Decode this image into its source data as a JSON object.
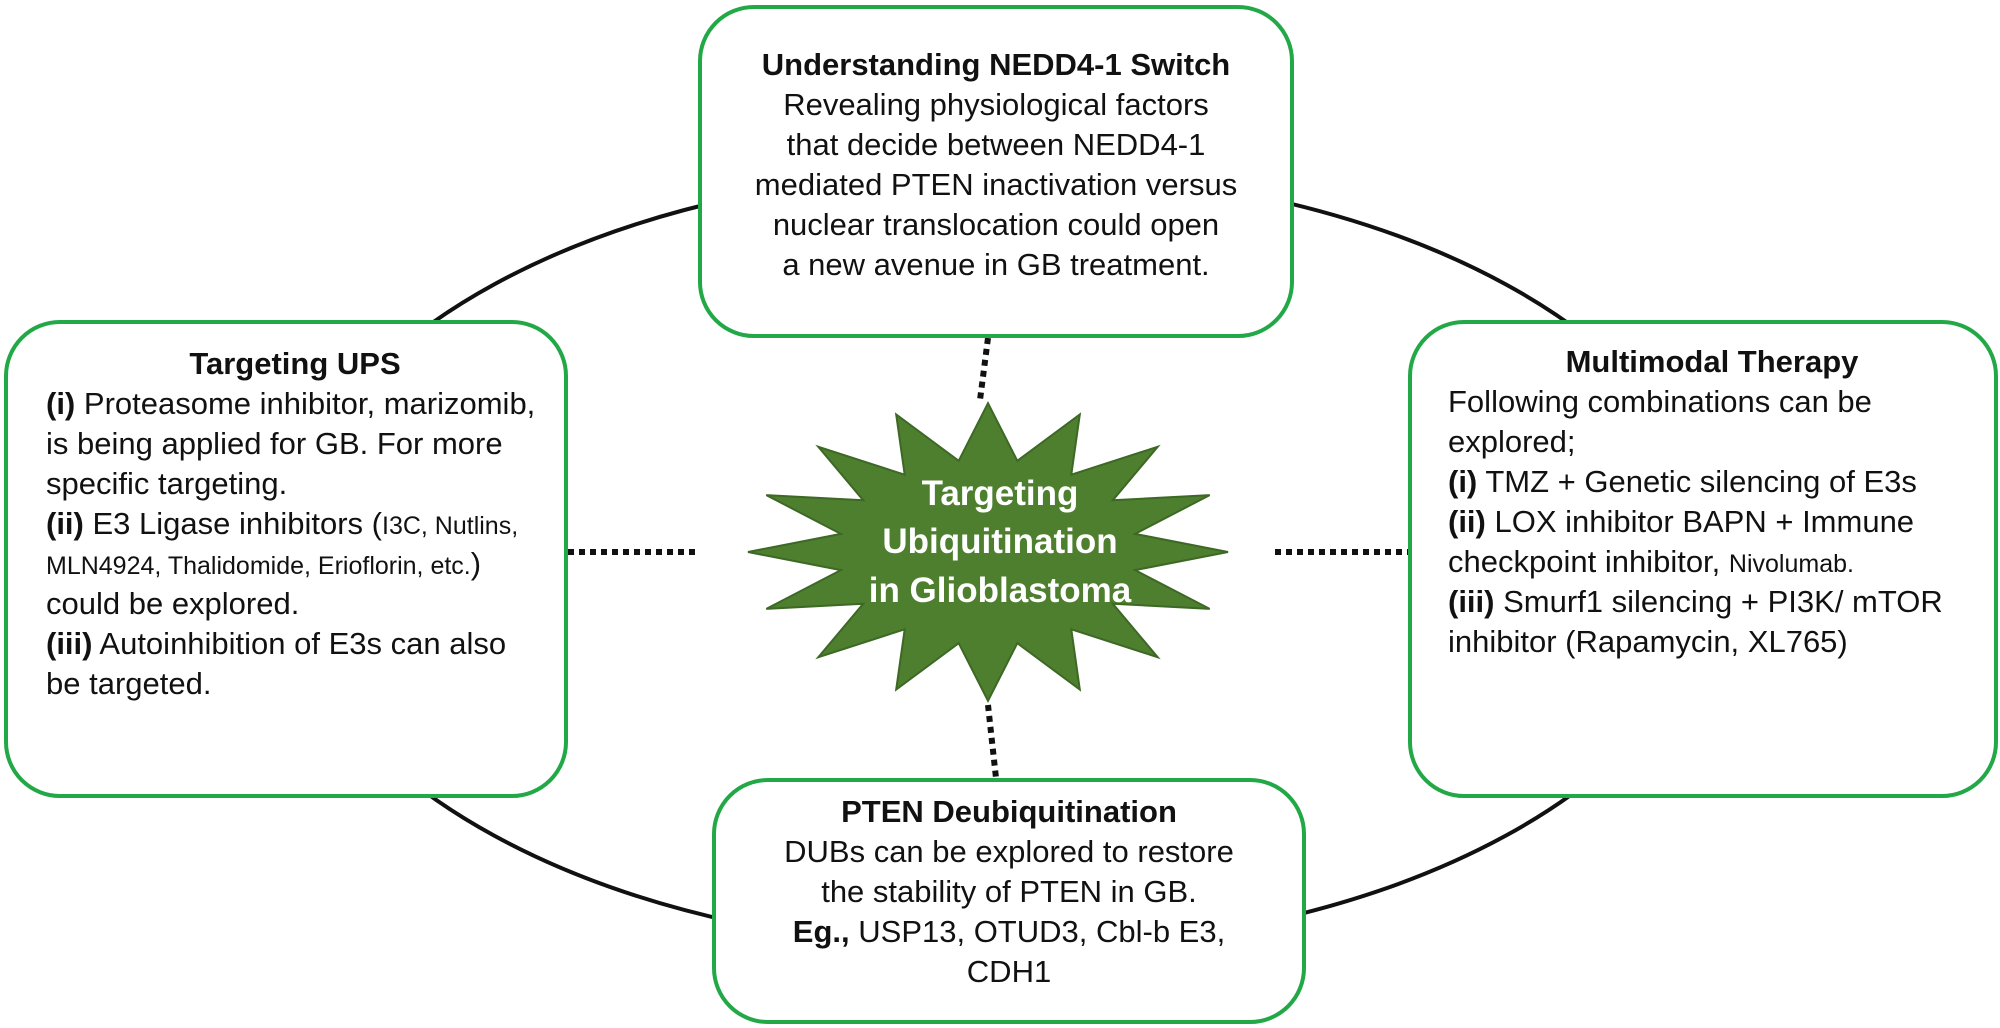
{
  "colors": {
    "box_border": "#22a846",
    "star_fill": "#4e7f2f",
    "star_stroke": "#3d6825",
    "connector": "#111111"
  },
  "center": {
    "lines": [
      "Targeting",
      "Ubiquitination",
      "in Glioblastoma"
    ]
  },
  "top_box": {
    "title": "Understanding NEDD4-1 Switch",
    "lines": [
      "Revealing physiological factors",
      "that decide between NEDD4-1",
      "mediated PTEN inactivation versus",
      "nuclear translocation could open",
      "a new avenue in GB treatment."
    ]
  },
  "left_box": {
    "title": "Targeting UPS",
    "item1": {
      "marker": "(i)",
      "text": "Proteasome inhibitor, marizomib, is being applied for GB. For more specific targeting."
    },
    "item2": {
      "marker": "(ii)",
      "text_a": "E3 Ligase inhibitors (",
      "small": "I3C, Nutlins, MLN4924, Thalidomide, Erioflorin, etc.",
      "text_b": ") could be explored."
    },
    "item3": {
      "marker": "(iii)",
      "text": "Autoinhibition of E3s can also be targeted."
    }
  },
  "right_box": {
    "title": "Multimodal Therapy",
    "intro": "Following combinations can be explored;",
    "item1": {
      "marker": "(i)",
      "text": "TMZ + Genetic silencing of E3s"
    },
    "item2": {
      "marker": "(ii)",
      "text": "LOX inhibitor BAPN + Immune checkpoint inhibitor,",
      "small": "Nivolumab."
    },
    "item3": {
      "marker": "(iii)",
      "text": "Smurf1 silencing + PI3K/ mTOR inhibitor (Rapamycin, XL765)"
    }
  },
  "bottom_box": {
    "title": "PTEN Deubiquitination",
    "line1": "DUBs can be explored to restore",
    "line2": "the stability of PTEN in GB.",
    "eg_label": "Eg.,",
    "eg_text": "USP13, OTUD3, Cbl-b E3,",
    "line4": "CDH1"
  }
}
